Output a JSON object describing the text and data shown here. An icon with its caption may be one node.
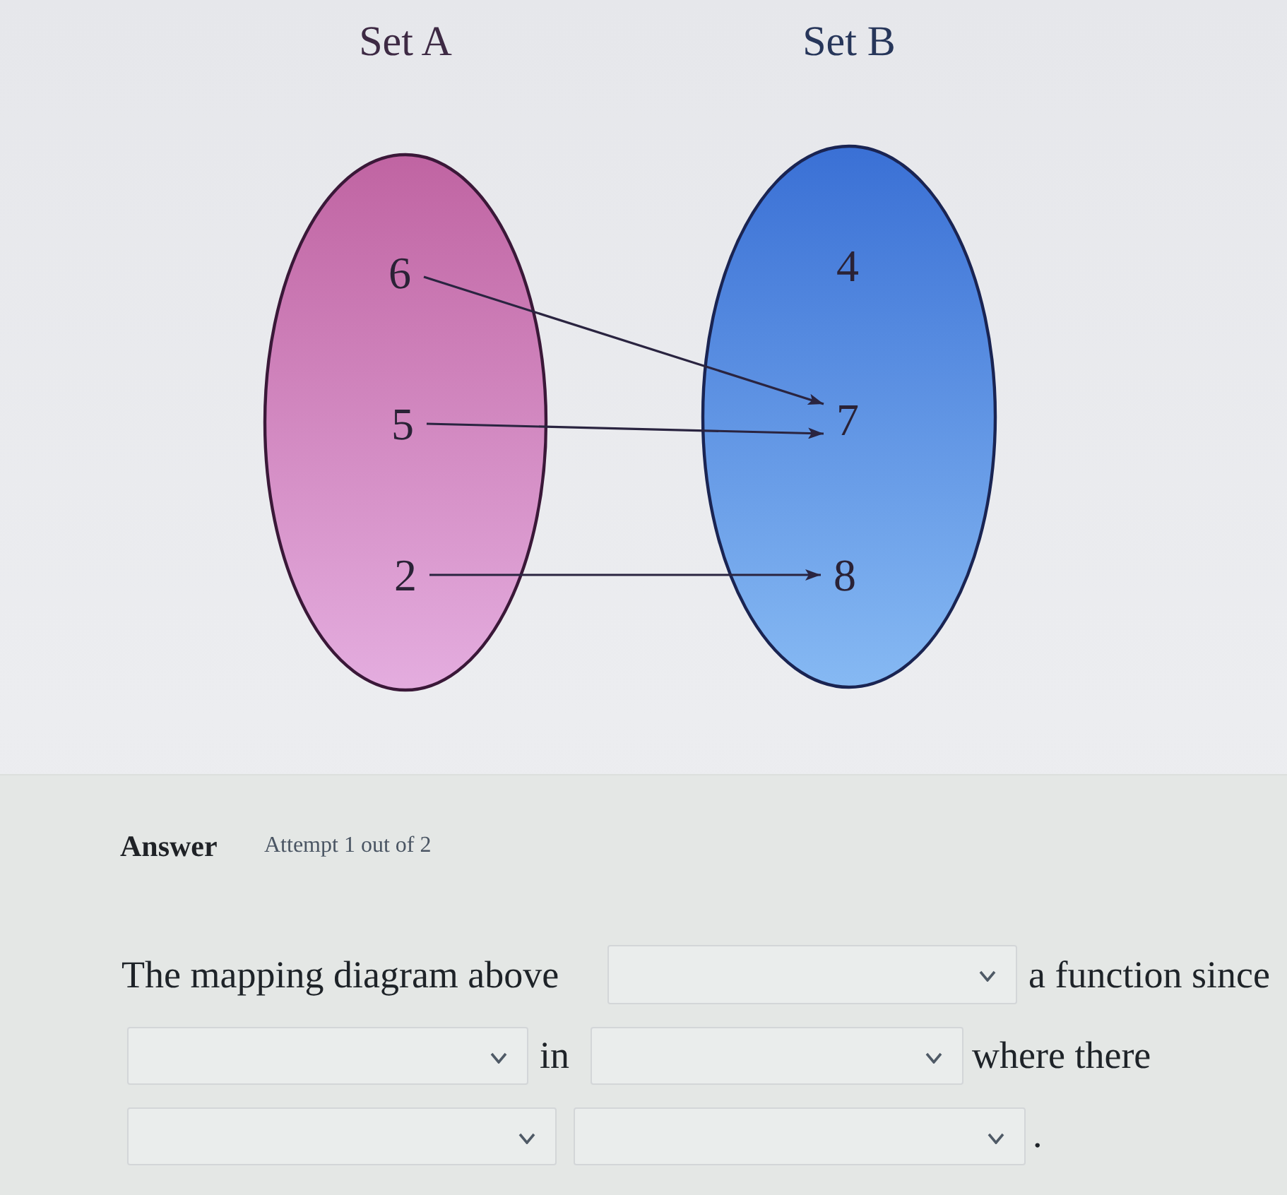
{
  "diagram": {
    "nodes": [
      {
        "text": [
          "Set A"
        ]
      },
      {
        "text": [
          "6"
        ],
        "in": 0
      },
      {
        "text": [
          "5"
        ],
        "in": 0
      },
      {
        "text": [
          "2"
        ],
        "in": 0
      },
      {
        "text": [
          "Set B"
        ]
      },
      {
        "text": [
          "4"
        ],
        "in": 4
      },
      {
        "text": [
          "7"
        ],
        "in": 4
      },
      {
        "text": [
          "8"
        ],
        "in": 4
      }
    ],
    "edges": [
      {
        "from": 1,
        "to": 6,
        "arrow": "to"
      },
      {
        "from": 2,
        "to": 6,
        "arrow": "to"
      },
      {
        "from": 3,
        "to": 7,
        "arrow": "to"
      }
    ],
    "labels": [
      "Answer",
      "Attempt 1 out of 2",
      "The mapping diagram above",
      "a function since",
      "in",
      "where there",
      "."
    ]
  }
}
